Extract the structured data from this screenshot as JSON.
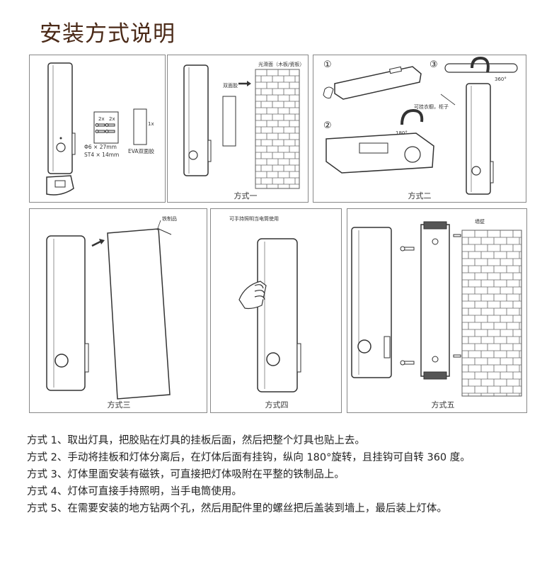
{
  "title": "安装方式说明",
  "panels": {
    "p1": {
      "screw_spec_1": "Φ6 × 27mm",
      "screw_spec_2": "ST4 × 14mm",
      "tape_label": "EVA双面胶",
      "qty_2x_a": "2x",
      "qty_2x_b": "2x",
      "qty_1x": "1x"
    },
    "p2": {
      "caption": "方式一",
      "surface_label": "光滑面（木板/瓷板）",
      "tape_label": "双面胶"
    },
    "p3": {
      "caption": "方式二",
      "step1": "①",
      "step2": "②",
      "step3": "③",
      "angle_180": "180°",
      "angle_360": "360°",
      "hang_label": "可挂衣橱，柜子"
    },
    "p4": {
      "caption": "方式三",
      "iron_label": "铁制品"
    },
    "p5": {
      "caption": "方式四",
      "handheld_label": "可手持照明当电筒使用"
    },
    "p6": {
      "caption": "方式五",
      "wall_label": "墙壁"
    }
  },
  "instructions": [
    "方式 1、取出灯具，把胶贴在灯具的挂板后面，然后把整个灯具也贴上去。",
    "方式 2、手动将挂板和灯体分离后，在灯体后面有挂钩，纵向 180°旋转，且挂钩可自转 360 度。",
    "方式 3、灯体里面安装有磁铁，可直接把灯体吸附在平整的铁制品上。",
    "方式 4、灯体可直接手持照明，当手电筒使用。",
    "方式 5、在需要安装的地方钻两个孔，然后用配件里的螺丝把后盖装到墙上，最后装上灯体。"
  ]
}
